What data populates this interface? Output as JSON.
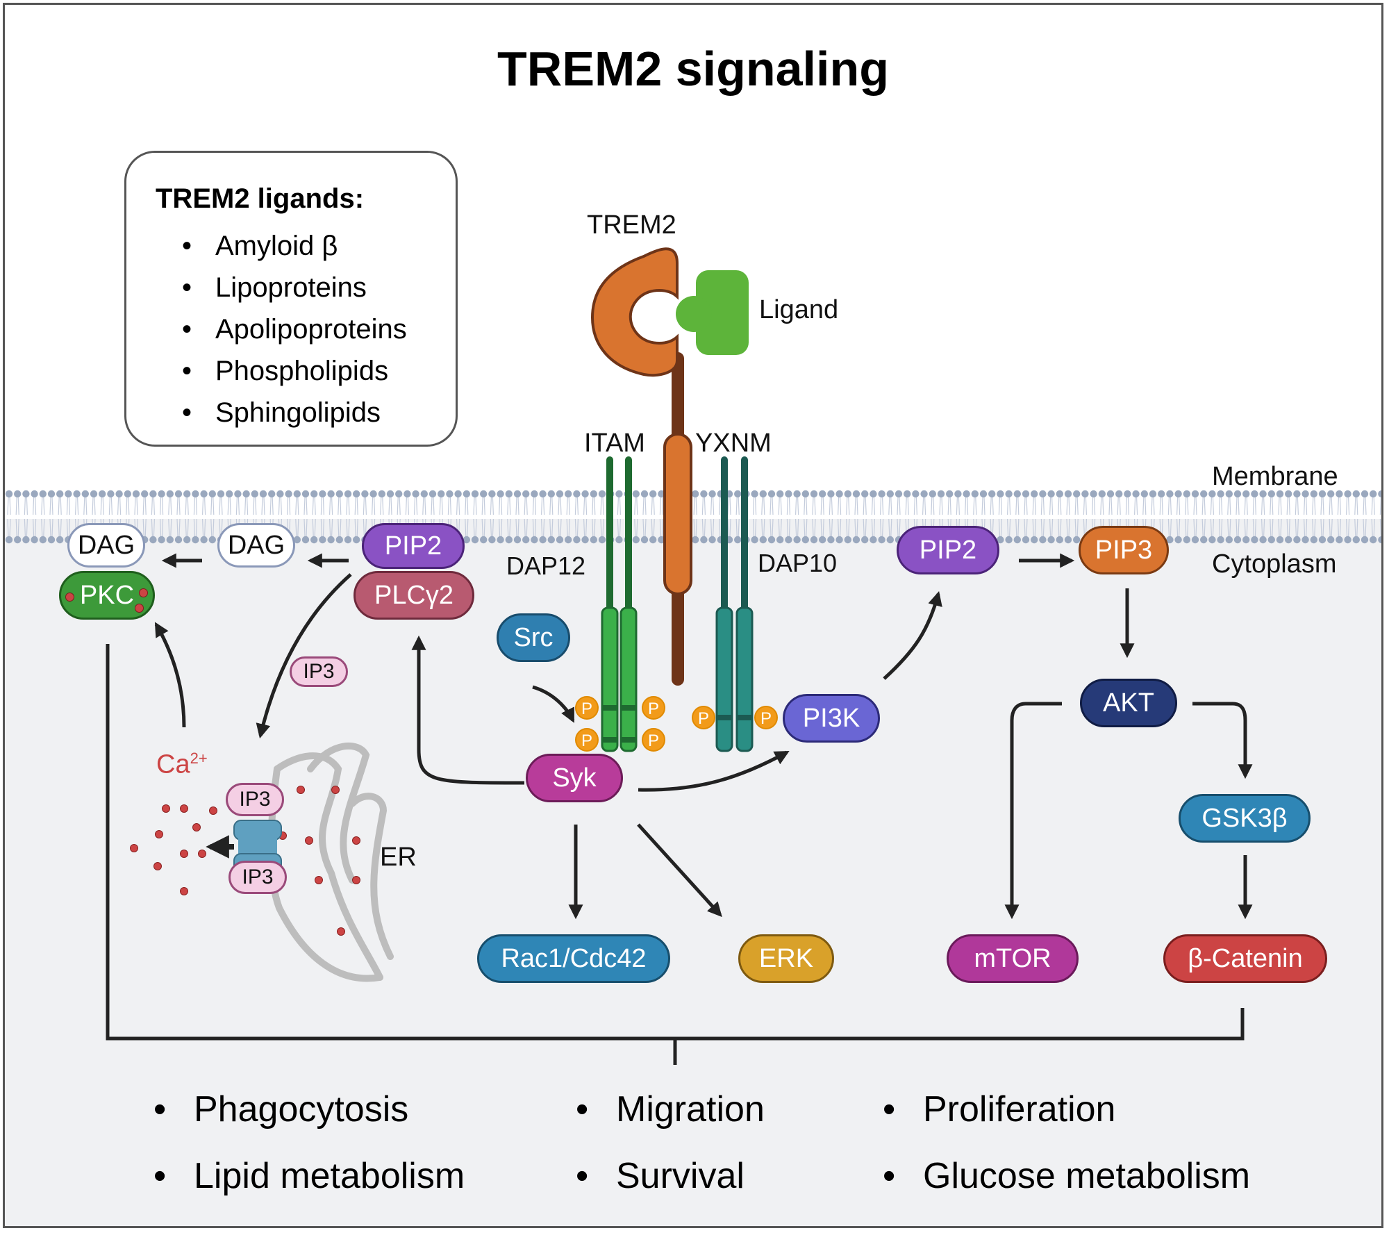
{
  "title": "TREM2 signaling",
  "ligands_box": {
    "heading": "TREM2 ligands:",
    "items": [
      "Amyloid β",
      "Lipoproteins",
      "Apolipoproteins",
      "Phospholipids",
      "Sphingolipids"
    ]
  },
  "labels": {
    "trem2": "TREM2",
    "ligand": "Ligand",
    "itam": "ITAM",
    "yxnm": "YXNM",
    "membrane": "Membrane",
    "cytoplasm": "Cytoplasm",
    "dap12": "DAP12",
    "dap10": "DAP10",
    "er": "ER",
    "calcium": "Ca",
    "calcium_sup": "2+",
    "phospho": "P"
  },
  "nodes": {
    "dag1": {
      "label": "DAG",
      "color": "#ffffff",
      "text": "#111111",
      "border": "#8a98b8"
    },
    "dag2": {
      "label": "DAG",
      "color": "#ffffff",
      "text": "#111111",
      "border": "#8a98b8"
    },
    "pkc": {
      "label": "PKC",
      "color": "#3d9a3a",
      "border": "#1f5e1d"
    },
    "pip2_left": {
      "label": "PIP2",
      "color": "#8a52c4",
      "border": "#4b2378"
    },
    "plcg2": {
      "label": "PLCγ2",
      "color": "#b85a70",
      "border": "#6e2a3c"
    },
    "ip3_free": {
      "label": "IP3",
      "color": "#f4cfe4",
      "text": "#111111",
      "border": "#9a4a7a"
    },
    "ip3_top": {
      "label": "IP3",
      "color": "#f4cfe4",
      "text": "#111111",
      "border": "#9a4a7a"
    },
    "ip3_bottom": {
      "label": "IP3",
      "color": "#f4cfe4",
      "text": "#111111",
      "border": "#9a4a7a"
    },
    "src": {
      "label": "Src",
      "color": "#2f7fb0",
      "border": "#184c6c"
    },
    "syk": {
      "label": "Syk",
      "color": "#b83c9a",
      "border": "#6c1c58"
    },
    "pi3k": {
      "label": "PI3K",
      "color": "#6a66d4",
      "border": "#2c2a78"
    },
    "pip2_right": {
      "label": "PIP2",
      "color": "#8a52c4",
      "border": "#4b2378"
    },
    "pip3": {
      "label": "PIP3",
      "color": "#d9742f",
      "border": "#7a3a12"
    },
    "akt": {
      "label": "AKT",
      "color": "#263a78",
      "border": "#101c44"
    },
    "gsk3b": {
      "label": "GSK3β",
      "color": "#2f86b6",
      "border": "#174e6c"
    },
    "mtor": {
      "label": "mTOR",
      "color": "#b0389a",
      "border": "#6a1a5a"
    },
    "bcatenin": {
      "label": "β-Catenin",
      "color": "#cc4444",
      "border": "#7a1e1e"
    },
    "rac1": {
      "label": "Rac1/Cdc42",
      "color": "#2f86b6",
      "border": "#174e6c"
    },
    "erk": {
      "label": "ERK",
      "color": "#d9a12a",
      "border": "#7e5a10"
    }
  },
  "outcomes": {
    "col1": [
      "Phagocytosis",
      "Lipid metabolism"
    ],
    "col2": [
      "Migration",
      "Survival"
    ],
    "col3": [
      "Proliferation",
      "Glucose metabolism"
    ]
  },
  "colors": {
    "trem2": "#d9742f",
    "trem2_stalk": "#6e3418",
    "ligand": "#5db43a",
    "dap12": "#3bb04a",
    "dap10": "#2a8e84",
    "phospho": "#f29b1a",
    "calcium": "#cc4444",
    "channel": "#5fa0c0",
    "membrane_head": "#9aa8be",
    "cytoplasm_bg": "#f0f1f3"
  }
}
